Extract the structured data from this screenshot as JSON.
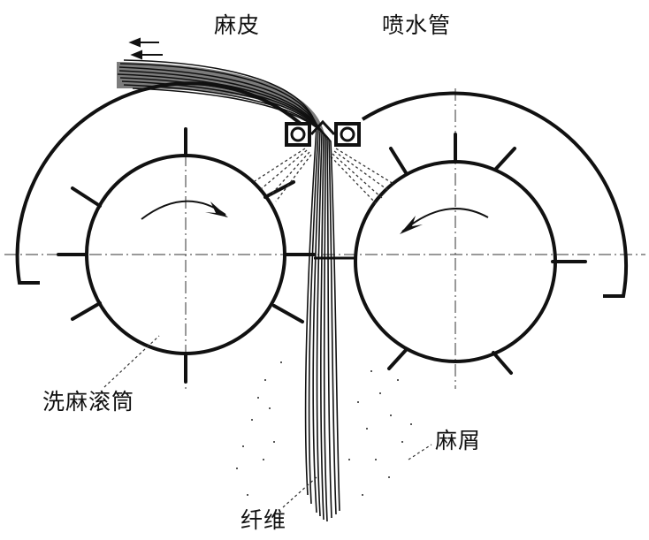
{
  "labels": {
    "hemp_skin": "麻皮",
    "spray_pipe": "喷水管",
    "washing_drum": "洗麻滚筒",
    "hemp_scraps": "麻屑",
    "fiber": "纤维"
  },
  "colors": {
    "ink": "#111111",
    "paper": "#ffffff"
  }
}
